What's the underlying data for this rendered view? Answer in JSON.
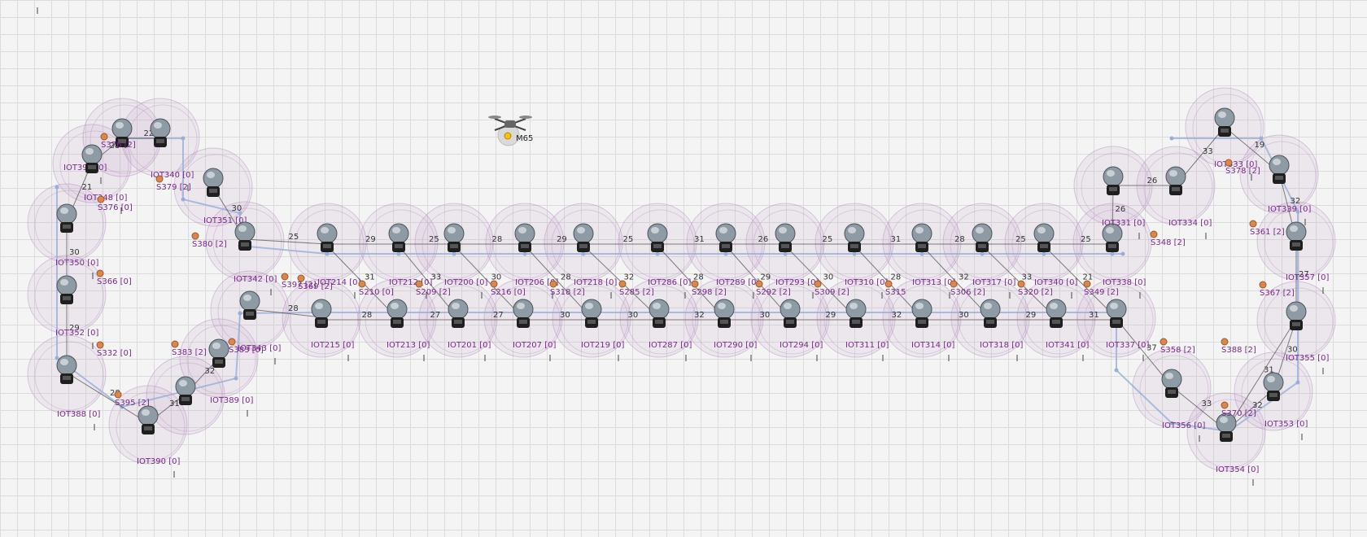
{
  "colors": {
    "range": "#b48fc0",
    "link": "#555555",
    "bus": "#9aaed8",
    "sensor": "#d9874a",
    "label": "#7a2a8a"
  },
  "drone": {
    "label": "M65",
    "icon": "drone-icon"
  },
  "left_cluster": {
    "nodes": [
      "IOT392 [0]",
      "IOT340 [0]",
      "IOT348 [0]",
      "IOT351 [0]",
      "IOT350 [0]",
      "IOT352 [0]",
      "IOT388 [0]",
      "IOT390 [0]",
      "IOT389 [0]",
      "IOT342 [0]",
      "IOT343 [0]"
    ],
    "sensors": [
      "S376 [2]",
      "S379 [2]",
      "S376 [0]",
      "S380 [2]",
      "S366 [0]",
      "S332 [0]",
      "S395 [2]",
      "S383 [2]",
      "S397 [2]",
      "S369 [2]",
      "S383 [0]"
    ],
    "links": [
      "22",
      "21",
      "28",
      "30",
      "29",
      "28",
      "31",
      "32",
      "30",
      "25",
      "28"
    ]
  },
  "middle": {
    "top_nodes": [
      "IOT214 [0]",
      "IOT212 [0]",
      "IOT200 [0]",
      "IOT206 [0]",
      "IOT218 [0]",
      "IOT286 [0]",
      "IOT289 [0]",
      "IOT293 [0]",
      "IOT310 [0]",
      "IOT313 [0]",
      "IOT317 [0]",
      "IOT340 [0]",
      "IOT338 [0]"
    ],
    "bottom_nodes": [
      "IOT215 [0]",
      "IOT213 [0]",
      "IOT201 [0]",
      "IOT207 [0]",
      "IOT219 [0]",
      "IOT287 [0]",
      "IOT290 [0]",
      "IOT294 [0]",
      "IOT311 [0]",
      "IOT314 [0]",
      "IOT318 [0]",
      "IOT341 [0]",
      "IOT337 [0]"
    ],
    "sensors": [
      "S210 [0]",
      "S209 [2]",
      "S216 [0]",
      "S318 [2]",
      "S285 [2]",
      "S298 [2]",
      "S292 [2]",
      "S309 [2]",
      "S315",
      "S306 [2]",
      "S320 [2]",
      "S349 [2]"
    ],
    "top_links": [
      "29",
      "25",
      "28",
      "29",
      "25",
      "31",
      "26",
      "25",
      "31",
      "28",
      "25",
      "25"
    ],
    "bottom_links": [
      "28",
      "27",
      "27",
      "30",
      "30",
      "32",
      "30",
      "29",
      "32",
      "30",
      "29",
      "31"
    ],
    "diag_links": [
      "31",
      "33",
      "30",
      "28",
      "32",
      "28",
      "29",
      "30",
      "28",
      "32",
      "33",
      "21"
    ]
  },
  "right_cluster": {
    "nodes": [
      "IOT331 [0]",
      "IOT334 [0]",
      "IOT333 [0]",
      "IOT339 [0]",
      "IOT357 [0]",
      "IOT355 [0]",
      "IOT356 [0]",
      "IOT353 [0]",
      "IOT354 [0]"
    ],
    "sensors": [
      "S348 [2]",
      "S378 [2]",
      "S361 [2]",
      "S367 [2]",
      "S358 [2]",
      "S388 [2]",
      "S370 [2]"
    ],
    "links": [
      "26",
      "26",
      "19",
      "33",
      "32",
      "27",
      "37",
      "30",
      "32",
      "33",
      "31"
    ]
  }
}
